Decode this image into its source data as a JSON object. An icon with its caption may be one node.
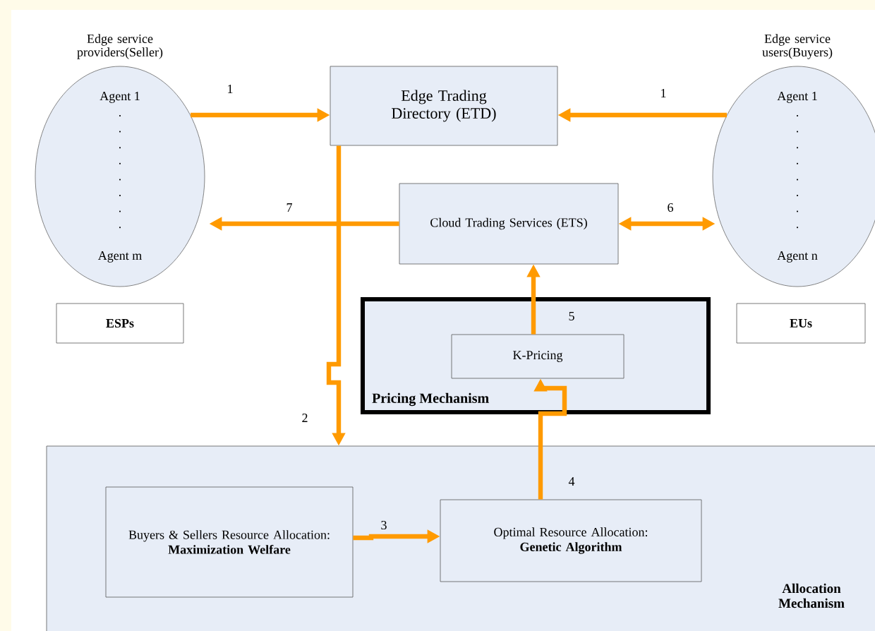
{
  "diagram": {
    "nodes": [
      {
        "text": [
          "Edge service providers(Seller)",
          "Agent 1",
          "Agent m"
        ]
      },
      {
        "text": [
          "Edge Trading Directory (ETD)"
        ]
      },
      {
        "text": [
          "Edge service users(Buyers)",
          "Agent 1",
          "Agent n"
        ]
      },
      {
        "text": [
          "Cloud Trading Services (ETS)"
        ]
      },
      {
        "text": [
          "ESPs"
        ]
      },
      {
        "text": [
          "EUs"
        ]
      },
      {
        "text": [
          "Pricing Mechanism"
        ]
      },
      {
        "text": [
          "K-Pricing"
        ],
        "in": 6
      },
      {
        "text": [
          "Allocation Mechanism"
        ]
      },
      {
        "text": [
          "Buyers & Sellers Resource Allocation:",
          "Maximization Welfare"
        ],
        "in": 8
      },
      {
        "text": [
          "Optimal Resource Allocation:",
          "Genetic Algorithm"
        ],
        "in": 8
      }
    ],
    "edges": [
      {
        "from": 0,
        "to": 1,
        "arrow": "to",
        "label": "1"
      },
      {
        "from": 2,
        "to": 1,
        "arrow": "to",
        "label": "1"
      },
      {
        "from": 3,
        "to": 0,
        "arrow": "to",
        "label": "7"
      },
      {
        "from": 3,
        "to": 2,
        "arrow": "both",
        "label": "6"
      },
      {
        "from": 1,
        "to": 8,
        "arrow": "to",
        "label": "2"
      },
      {
        "from": 9,
        "to": 10,
        "arrow": "to",
        "label": "3"
      },
      {
        "from": 10,
        "to": 7,
        "arrow": "to",
        "label": "4"
      },
      {
        "from": 7,
        "to": 3,
        "arrow": "to",
        "label": "5"
      }
    ]
  }
}
